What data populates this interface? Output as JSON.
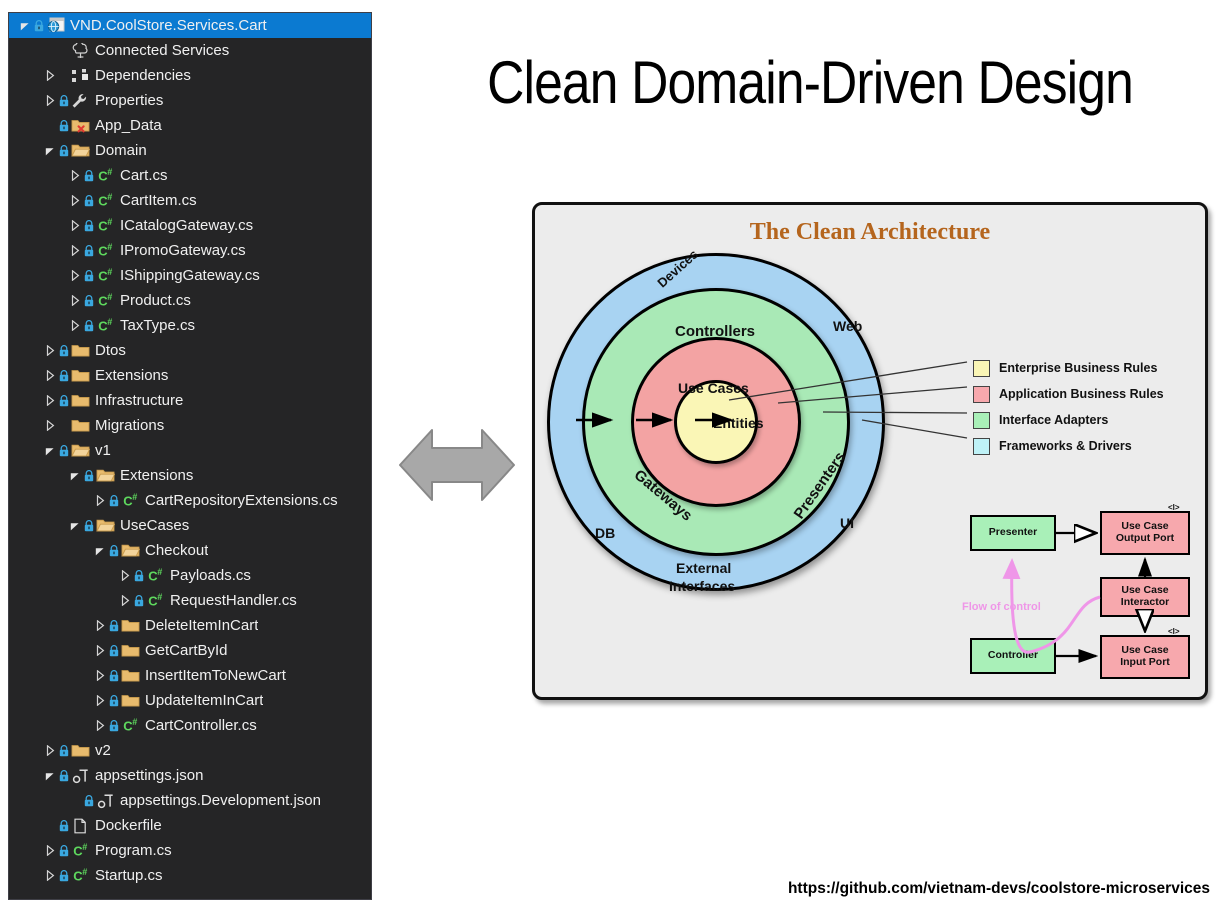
{
  "page": {
    "title": "Clean Domain-Driven Design",
    "footer_url": "https://github.com/vietnam-devs/coolstore-microservices"
  },
  "solution_explorer": {
    "root_label": "VND.CoolStore.Services.Cart",
    "items": [
      {
        "label": "VND.CoolStore.Services.Cart",
        "depth": 0,
        "twisty": "open",
        "icon": "project-web",
        "lock": true,
        "selected": true
      },
      {
        "label": "Connected Services",
        "depth": 1,
        "twisty": "none",
        "icon": "connected-services",
        "lock": false,
        "selected": false
      },
      {
        "label": "Dependencies",
        "depth": 1,
        "twisty": "collapsed",
        "icon": "dependencies",
        "lock": false,
        "selected": false
      },
      {
        "label": "Properties",
        "depth": 1,
        "twisty": "collapsed",
        "icon": "wrench",
        "lock": true,
        "selected": false
      },
      {
        "label": "App_Data",
        "depth": 1,
        "twisty": "none",
        "icon": "folder-excluded",
        "lock": true,
        "selected": false
      },
      {
        "label": "Domain",
        "depth": 1,
        "twisty": "open",
        "icon": "folder-open",
        "lock": true,
        "selected": false
      },
      {
        "label": "Cart.cs",
        "depth": 2,
        "twisty": "collapsed",
        "icon": "csharp",
        "lock": true,
        "selected": false
      },
      {
        "label": "CartItem.cs",
        "depth": 2,
        "twisty": "collapsed",
        "icon": "csharp",
        "lock": true,
        "selected": false
      },
      {
        "label": "ICatalogGateway.cs",
        "depth": 2,
        "twisty": "collapsed",
        "icon": "csharp",
        "lock": true,
        "selected": false
      },
      {
        "label": "IPromoGateway.cs",
        "depth": 2,
        "twisty": "collapsed",
        "icon": "csharp",
        "lock": true,
        "selected": false
      },
      {
        "label": "IShippingGateway.cs",
        "depth": 2,
        "twisty": "collapsed",
        "icon": "csharp",
        "lock": true,
        "selected": false
      },
      {
        "label": "Product.cs",
        "depth": 2,
        "twisty": "collapsed",
        "icon": "csharp",
        "lock": true,
        "selected": false
      },
      {
        "label": "TaxType.cs",
        "depth": 2,
        "twisty": "collapsed",
        "icon": "csharp",
        "lock": true,
        "selected": false
      },
      {
        "label": "Dtos",
        "depth": 1,
        "twisty": "collapsed",
        "icon": "folder",
        "lock": true,
        "selected": false
      },
      {
        "label": "Extensions",
        "depth": 1,
        "twisty": "collapsed",
        "icon": "folder",
        "lock": true,
        "selected": false
      },
      {
        "label": "Infrastructure",
        "depth": 1,
        "twisty": "collapsed",
        "icon": "folder",
        "lock": true,
        "selected": false
      },
      {
        "label": "Migrations",
        "depth": 1,
        "twisty": "collapsed",
        "icon": "folder",
        "lock": false,
        "selected": false
      },
      {
        "label": "v1",
        "depth": 1,
        "twisty": "open",
        "icon": "folder-open",
        "lock": true,
        "selected": false
      },
      {
        "label": "Extensions",
        "depth": 2,
        "twisty": "open",
        "icon": "folder-open",
        "lock": true,
        "selected": false
      },
      {
        "label": "CartRepositoryExtensions.cs",
        "depth": 3,
        "twisty": "collapsed",
        "icon": "csharp",
        "lock": true,
        "selected": false
      },
      {
        "label": "UseCases",
        "depth": 2,
        "twisty": "open",
        "icon": "folder-open",
        "lock": true,
        "selected": false
      },
      {
        "label": "Checkout",
        "depth": 3,
        "twisty": "open",
        "icon": "folder-open",
        "lock": true,
        "selected": false
      },
      {
        "label": "Payloads.cs",
        "depth": 4,
        "twisty": "collapsed",
        "icon": "csharp",
        "lock": true,
        "selected": false
      },
      {
        "label": "RequestHandler.cs",
        "depth": 4,
        "twisty": "collapsed",
        "icon": "csharp",
        "lock": true,
        "selected": false
      },
      {
        "label": "DeleteItemInCart",
        "depth": 3,
        "twisty": "collapsed",
        "icon": "folder",
        "lock": true,
        "selected": false
      },
      {
        "label": "GetCartById",
        "depth": 3,
        "twisty": "collapsed",
        "icon": "folder",
        "lock": true,
        "selected": false
      },
      {
        "label": "InsertItemToNewCart",
        "depth": 3,
        "twisty": "collapsed",
        "icon": "folder",
        "lock": true,
        "selected": false
      },
      {
        "label": "UpdateItemInCart",
        "depth": 3,
        "twisty": "collapsed",
        "icon": "folder",
        "lock": true,
        "selected": false
      },
      {
        "label": "CartController.cs",
        "depth": 3,
        "twisty": "collapsed",
        "icon": "csharp",
        "lock": true,
        "selected": false
      },
      {
        "label": "v2",
        "depth": 1,
        "twisty": "collapsed",
        "icon": "folder",
        "lock": true,
        "selected": false
      },
      {
        "label": "appsettings.json",
        "depth": 1,
        "twisty": "open",
        "icon": "json",
        "lock": true,
        "selected": false
      },
      {
        "label": "appsettings.Development.json",
        "depth": 2,
        "twisty": "none",
        "icon": "json",
        "lock": true,
        "selected": false
      },
      {
        "label": "Dockerfile",
        "depth": 1,
        "twisty": "none",
        "icon": "file",
        "lock": true,
        "selected": false
      },
      {
        "label": "Program.cs",
        "depth": 1,
        "twisty": "collapsed",
        "icon": "csharp",
        "lock": true,
        "selected": false
      },
      {
        "label": "Startup.cs",
        "depth": 1,
        "twisty": "collapsed",
        "icon": "csharp",
        "lock": true,
        "selected": false
      }
    ]
  },
  "diagram": {
    "title": "The Clean Architecture",
    "center_label": "Entities",
    "ring_labels": {
      "use_cases": "Use Cases",
      "controllers": "Controllers",
      "gateways": "Gateways",
      "presenters": "Presenters",
      "devices": "Devices",
      "web": "Web",
      "db": "DB",
      "ui": "UI",
      "external_interfaces_line1": "External",
      "external_interfaces_line2": "Interfaces"
    },
    "legend": [
      {
        "label": "Enterprise Business Rules",
        "color": "#faf6b6"
      },
      {
        "label": "Application Business Rules",
        "color": "#f7a8ad"
      },
      {
        "label": "Interface Adapters",
        "color": "#a9f0b8"
      },
      {
        "label": "Frameworks & Drivers",
        "color": "#bff2f7"
      }
    ],
    "flow": {
      "flow_of_control_label": "Flow of control",
      "presenter": "Presenter",
      "controller": "Controller",
      "use_case_output_port_l1": "Use Case",
      "use_case_output_port_l2": "Output Port",
      "use_case_interactor_l1": "Use Case",
      "use_case_interactor_l2": "Interactor",
      "use_case_input_port_l1": "Use Case",
      "use_case_input_port_l2": "Input Port",
      "interface_marker": "<I>"
    },
    "colors": {
      "frameworks": "#a8d3f2",
      "adapters": "#a9e9b6",
      "application": "#f3a3a3",
      "enterprise": "#faf6b6",
      "title": "#b5651d",
      "flow_arrow": "#ef96e8"
    }
  }
}
